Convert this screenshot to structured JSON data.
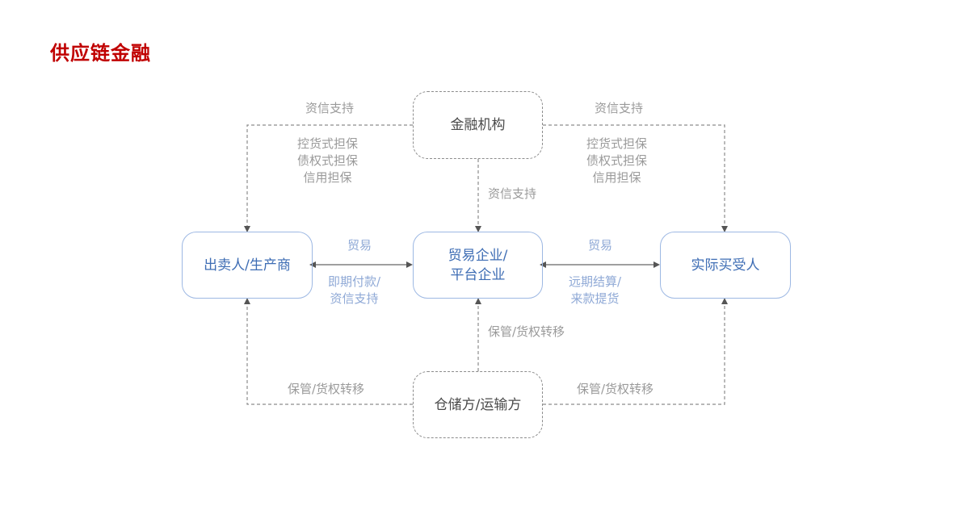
{
  "title": "供应链金融",
  "nodes": {
    "finance": "金融机构",
    "seller": "出卖人/生产商",
    "trade_line1": "贸易企业/",
    "trade_line2": "平台企业",
    "buyer": "实际买受人",
    "storage": "仓储方/运输方"
  },
  "edges": {
    "finance_to_seller_top": "资信支持",
    "finance_to_seller_guarantees": [
      "控货式担保",
      "债权式担保",
      "信用担保"
    ],
    "finance_to_buyer_top": "资信支持",
    "finance_to_buyer_guarantees": [
      "控货式担保",
      "债权式担保",
      "信用担保"
    ],
    "finance_to_trade": "资信支持",
    "seller_trade_top": "贸易",
    "seller_trade_bottom_line1": "即期付款/",
    "seller_trade_bottom_line2": "资信支持",
    "trade_buyer_top": "贸易",
    "trade_buyer_bottom_line1": "远期结算/",
    "trade_buyer_bottom_line2": "来款提货",
    "storage_to_trade": "保管/货权转移",
    "storage_to_seller": "保管/货权转移",
    "storage_to_buyer": "保管/货权转移"
  },
  "colors": {
    "title": "#c00000",
    "dashed_line": "#8c8c8c",
    "solid_border": "#9db8e3",
    "node_blue_text": "#3e6db4",
    "label_gray": "#9a9a9a",
    "label_blue": "#8fa9d6"
  }
}
